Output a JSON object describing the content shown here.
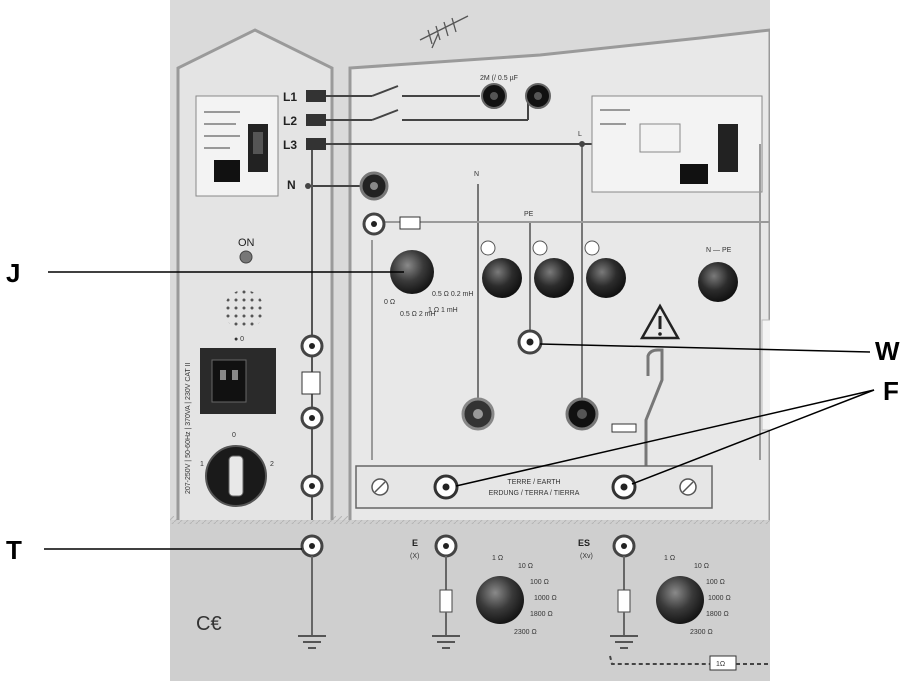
{
  "callouts": {
    "j": "J",
    "w": "W",
    "f": "F",
    "t": "T"
  },
  "panel": {
    "phase_labels": [
      "L1",
      "L2",
      "L3",
      "N"
    ],
    "capacitor_label": "2M (/ 0.5 µF",
    "l_label": "L",
    "n_label": "N",
    "pe_label": "PE",
    "on_label": "ON",
    "n_pe_label": "N — PE",
    "earth_bar_line1": "TERRE / EARTH",
    "earth_bar_line2": "ERDUNG / TERRA / TIERRA",
    "supply_rating": "207-250V | 50-60Hz | 370VA | 230V CAT II",
    "switch_zero": "0",
    "switch_one": "1",
    "switch_two": "2",
    "jack_zero": "● 0",
    "ce_mark": "C€",
    "e_label": "E",
    "e_sub": "(X)",
    "es_label": "ES",
    "es_sub": "(Xv)",
    "resistance_steps": [
      "1 Ω",
      "10 Ω",
      "100 Ω",
      "1000 Ω",
      "1800 Ω",
      "2300 Ω"
    ],
    "loop_knob_steps": [
      "0 Ω",
      "0.5 Ω 0.2 mH",
      "0.5 Ω 2 mH",
      "1 Ω 1 mH"
    ],
    "box_label": "1Ω"
  }
}
